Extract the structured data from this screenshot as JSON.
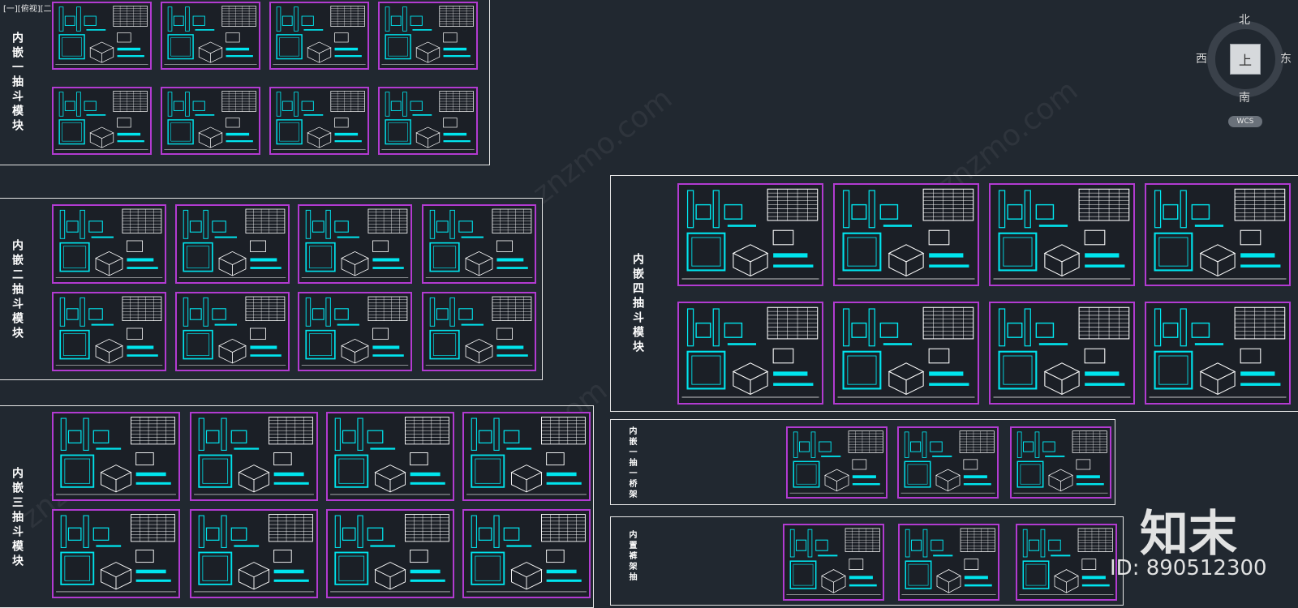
{
  "viewport": {
    "label": "[一][俯视][二维线框]"
  },
  "groups": [
    {
      "key": "g1",
      "title": "内嵌一抽斗模块"
    },
    {
      "key": "g2",
      "title": "内嵌二抽斗模块"
    },
    {
      "key": "g3",
      "title": "内嵌三抽斗模块"
    },
    {
      "key": "g4",
      "title": "内嵌四抽斗模块"
    },
    {
      "key": "g5",
      "title": "内嵌一抽一桥架"
    },
    {
      "key": "g6",
      "title": "内置裤架抽"
    }
  ],
  "viewcube": {
    "north": "北",
    "south": "南",
    "east": "东",
    "west": "西",
    "face": "上",
    "coord_button": "WCS"
  },
  "branding": {
    "watermark": "znzmo.com",
    "logo": "知末",
    "id_text": "ID: 890512300"
  },
  "colors": {
    "background": "#212830",
    "sheet_border": "#b23bd1",
    "drawing": "#00e5ee",
    "table": "#ffffff"
  }
}
